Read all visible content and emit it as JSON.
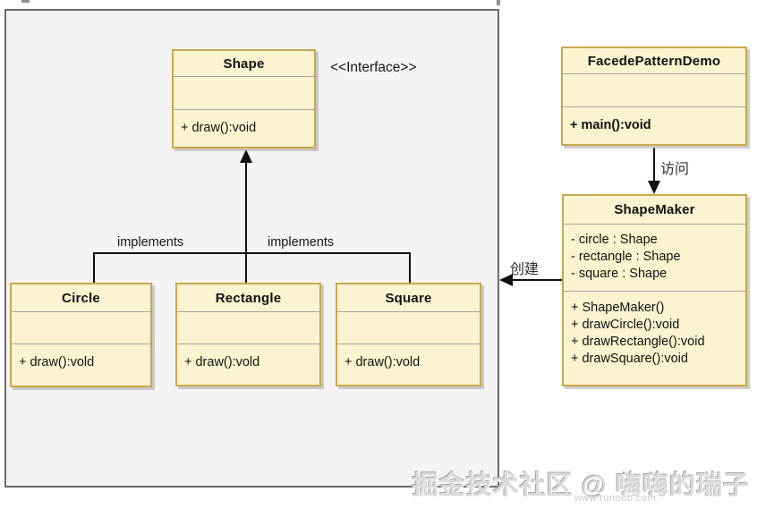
{
  "diagram": {
    "stereotype": "<<Interface>>",
    "relations": {
      "implements_left": "implements",
      "implements_right": "implements",
      "access": "访问",
      "create": "创建"
    },
    "classes": {
      "shape": {
        "title": "Shape",
        "methods": [
          "+ draw():void"
        ]
      },
      "circle": {
        "title": "Circle",
        "methods": [
          "+ draw():vold"
        ]
      },
      "rectangle": {
        "title": "Rectangle",
        "methods": [
          "+ draw():vold"
        ]
      },
      "square": {
        "title": "Square",
        "methods": [
          "+ draw():vold"
        ]
      },
      "facede_pattern_demo": {
        "title": "FacedePatternDemo",
        "methods": [
          "+ main():void"
        ]
      },
      "shape_maker": {
        "title": "ShapeMaker",
        "attributes": [
          "- circle : Shape",
          "- rectangle : Shape",
          "- square : Shape"
        ],
        "methods": [
          "+ ShapeMaker()",
          "+ drawCircle():void",
          "+ drawRectangle():void",
          "+ drawSquare():void"
        ]
      }
    }
  },
  "watermark": {
    "community": "掘金技术社区 @ 嗨嗨的瑞子",
    "site": "www.runoob.com"
  },
  "colors": {
    "class_fill": "#FCF3D0",
    "class_border": "#C9A84C",
    "panel_fill": "#F4F4F4",
    "panel_border": "#6B6B6B",
    "connector": "#111111"
  }
}
